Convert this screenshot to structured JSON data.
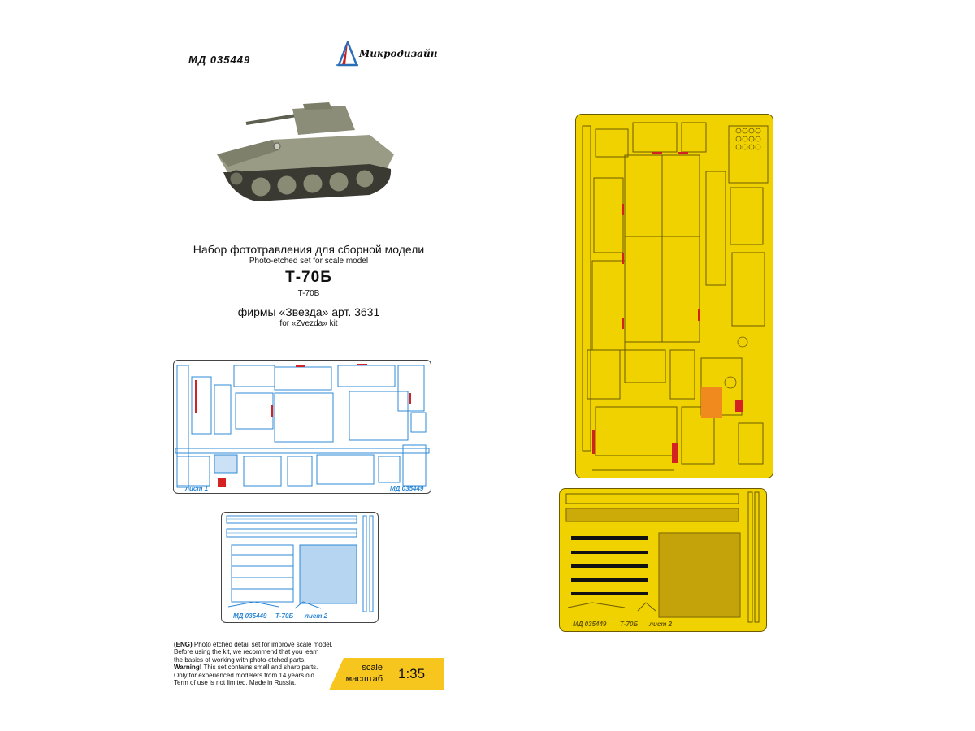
{
  "header": {
    "sku": "МД 035449",
    "brand": "Микродизайн"
  },
  "title": {
    "ru": "Набор фототравления для сборной модели",
    "en": "Photo-etched set for scale model",
    "model_ru": "Т-70Б",
    "model_en": "T-70B",
    "maker_ru": "фирмы «Звезда» арт. 3631",
    "maker_en": "for «Zvezda» kit"
  },
  "sheets": {
    "sheet1_label": "лист 1",
    "sheet1_code": "МД 035449",
    "sheet2_code": "МД 035449",
    "sheet2_model": "Т-70Б",
    "sheet2_label": "лист 2"
  },
  "notes": {
    "eng_tag": "(ENG)",
    "line1": " Photo etched detail set for improve scale model.",
    "line2": "Before using the kit, we recommend that you learn",
    "line3": "the basics of working with photo-etched parts.",
    "warning_tag": "Warning!",
    "line4": " This set contains small and sharp parts.",
    "line5": "Only for experienced modelers from 14 years old.",
    "line6": "Term of use is not limited. Made in Russia."
  },
  "scale": {
    "label_en": "scale",
    "label_ru": "масштаб",
    "value": "1:35"
  },
  "colors": {
    "accent_yellow": "#f6c51e",
    "brass": "#f0d200",
    "outline_blue": "#2e88d6",
    "mark_red": "#d42222",
    "brand_blue": "#2a6fb8",
    "brand_red": "#c62020"
  }
}
